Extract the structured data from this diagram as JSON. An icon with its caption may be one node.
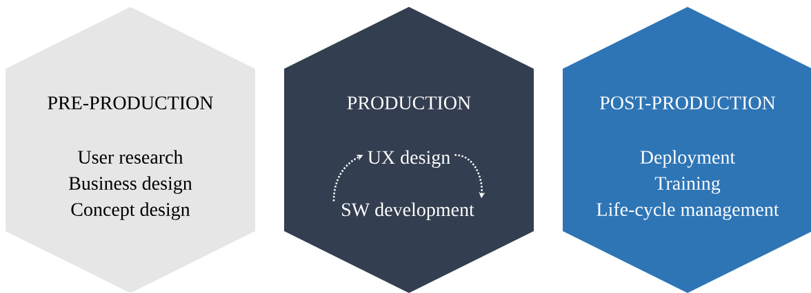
{
  "diagram": {
    "nodes": [
      {
        "text": [
          "PRE-PRODUCTION",
          "User research",
          "Business design",
          "Concept design"
        ]
      },
      {
        "text": [
          "PRODUCTION"
        ]
      },
      {
        "text": [
          "POST-PRODUCTION",
          "Deployment",
          "Training",
          "Life-cycle management"
        ]
      },
      {
        "text": [
          "UX design"
        ],
        "in": 1
      },
      {
        "text": [
          "SW development"
        ],
        "in": 1
      }
    ],
    "edges": [
      {
        "from": 4,
        "to": 3,
        "arrow": "to",
        "style": "dashed"
      },
      {
        "from": 3,
        "to": 4,
        "arrow": "to",
        "style": "dashed"
      }
    ]
  }
}
